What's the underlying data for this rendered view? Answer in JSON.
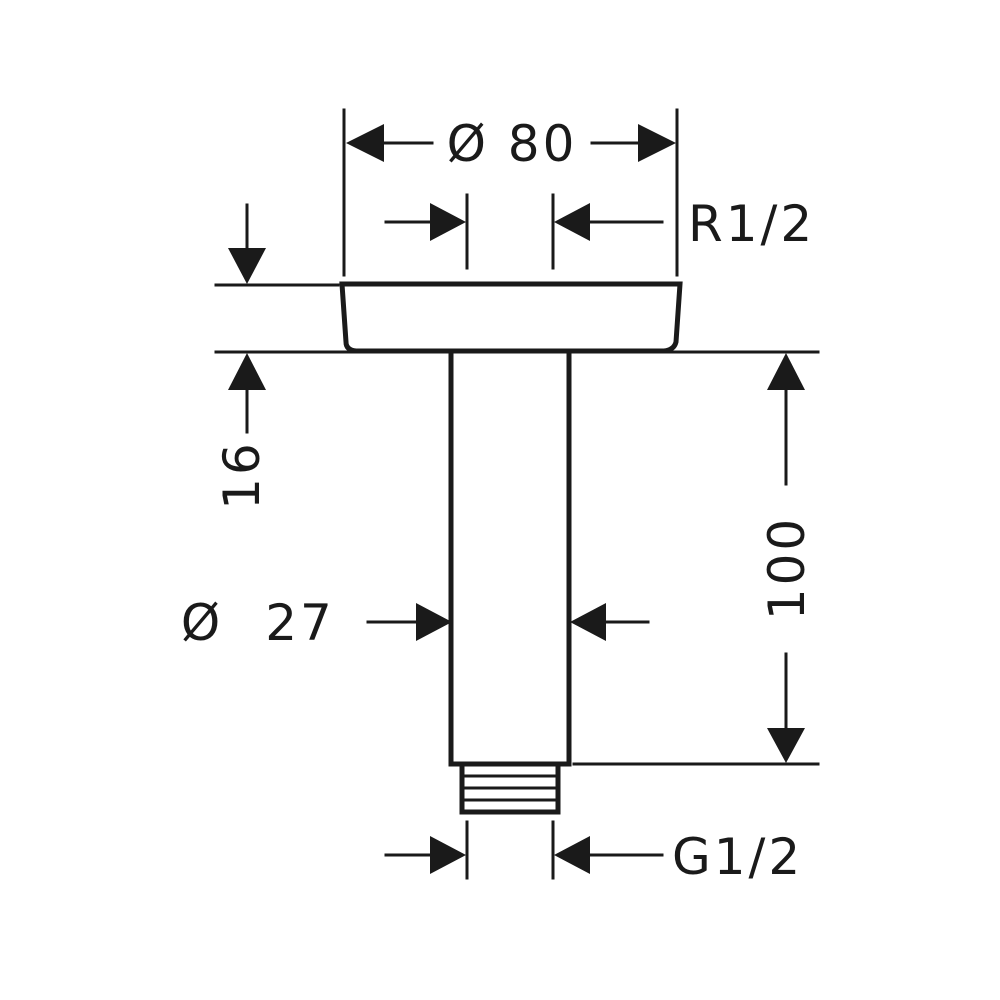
{
  "drawing": {
    "dimensions": {
      "flange_diameter": "Ø 80",
      "ceiling_thread": "R1/2",
      "flange_height": "16",
      "arm_diameter_symbol": "Ø",
      "arm_diameter_value": "27",
      "arm_length": "100",
      "outlet_thread": "G1/2"
    }
  }
}
